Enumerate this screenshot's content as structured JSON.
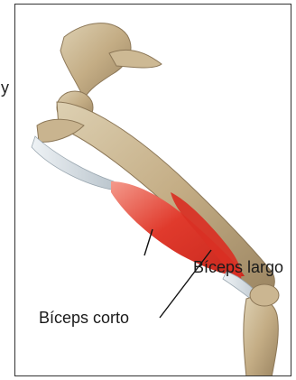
{
  "stray_text": "y",
  "labels": {
    "biceps_largo": "Bíceps largo",
    "biceps_corto": "Bíceps corto"
  },
  "colors": {
    "bone": "#c9b48f",
    "bone_shadow": "#9c8663",
    "muscle": "#e23a2e",
    "muscle_light": "#f07a6c",
    "tendon": "#d9e0e6"
  }
}
